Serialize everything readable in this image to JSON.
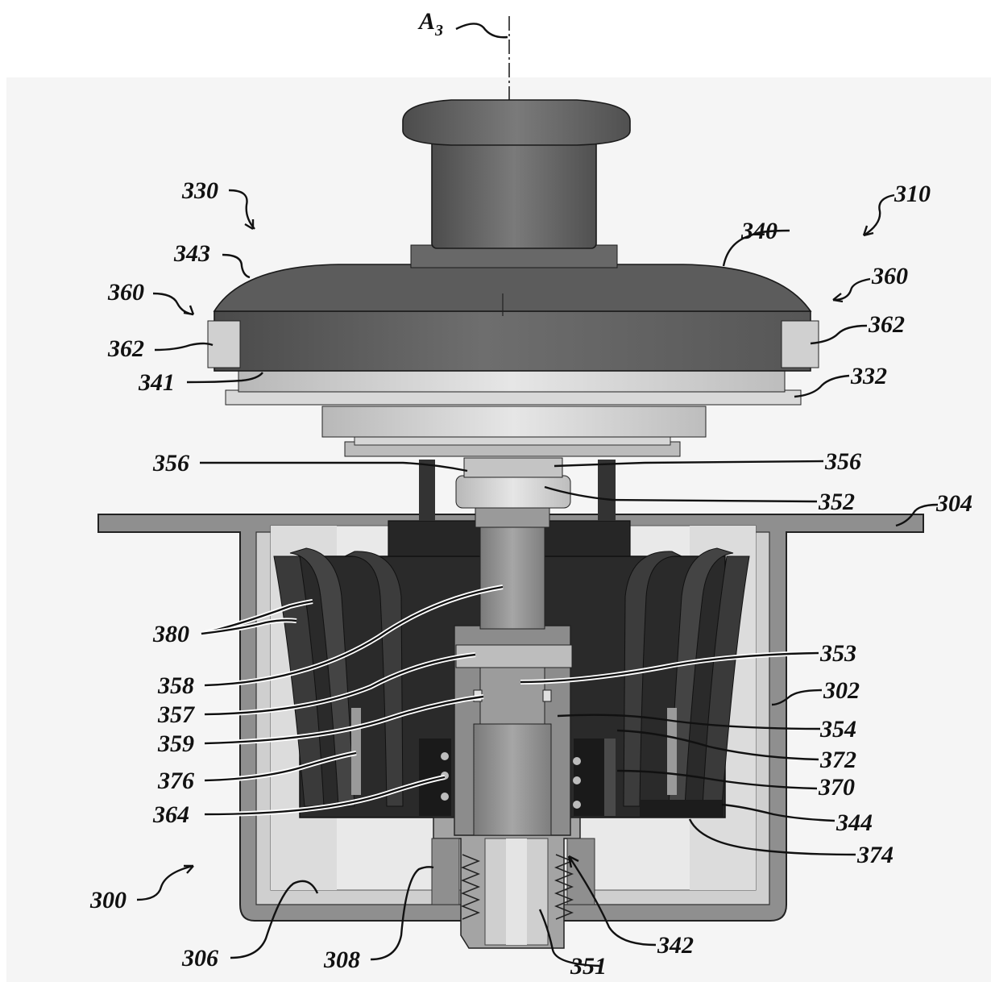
{
  "axis": {
    "label": "A",
    "subscript": "3"
  },
  "labels": {
    "l300": "300",
    "l302": "302",
    "l304": "304",
    "l306": "306",
    "l308": "308",
    "l310": "310",
    "l330": "330",
    "l332": "332",
    "l340": "340",
    "l341": "341",
    "l342": "342",
    "l343": "343",
    "l344": "344",
    "l351": "351",
    "l352": "352",
    "l353": "353",
    "l354": "354",
    "l356a": "356",
    "l356b": "356",
    "l357": "357",
    "l358": "358",
    "l359": "359",
    "l360a": "360",
    "l360b": "360",
    "l362a": "362",
    "l362b": "362",
    "l364": "364",
    "l370": "370",
    "l372": "372",
    "l374": "374",
    "l376": "376",
    "l380": "380"
  },
  "colors": {
    "background": "#ffffff",
    "panel": "#f5f5f5",
    "housing": "#8f8f8f",
    "cap": "#5f5f5f",
    "dark_body": "#262626",
    "shaft": "#8c8c8c",
    "light_parts": "#c8c8c8",
    "leader": "#111111"
  }
}
